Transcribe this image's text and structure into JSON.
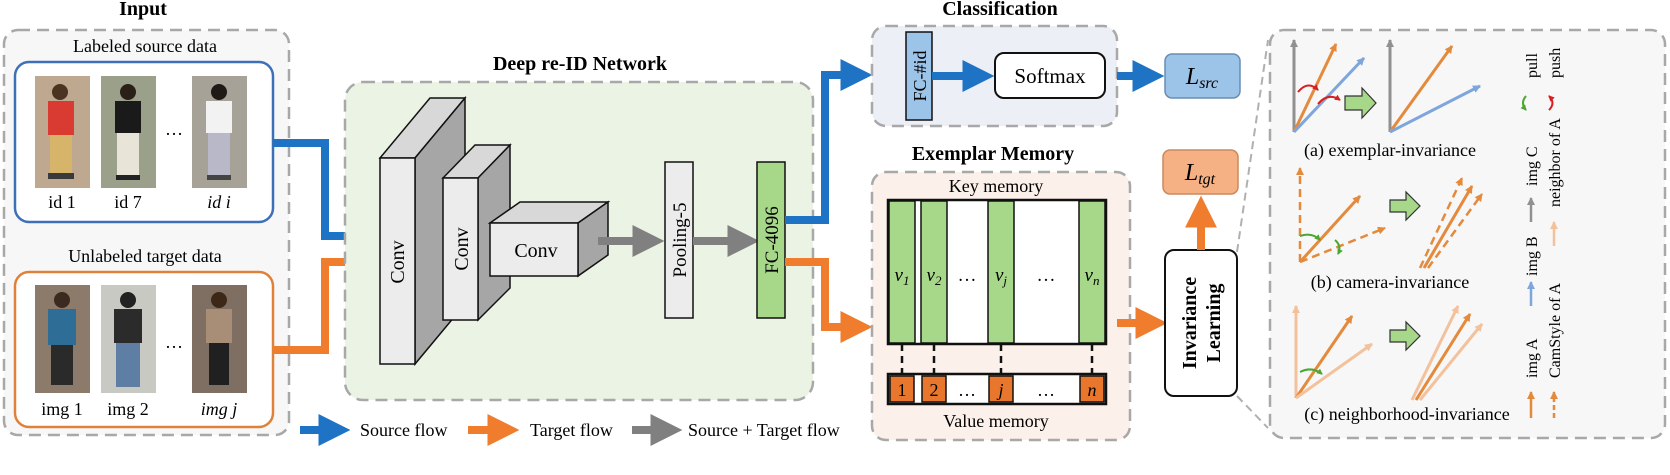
{
  "input": {
    "title": "Input",
    "labeled_title": "Labeled source data",
    "labeled_ids": [
      "id 1",
      "id 7",
      "id i"
    ],
    "unlabeled_title": "Unlabeled target data",
    "unlabeled_ids": [
      "img 1",
      "img 2",
      "img j"
    ],
    "ellipsis": "…"
  },
  "network": {
    "title": "Deep re-ID Network",
    "conv1": "Conv",
    "conv2": "Conv",
    "conv3": "Conv",
    "pool": "Pooling-5",
    "fc": "FC-4096"
  },
  "classification": {
    "title": "Classification",
    "fc_id": "FC-#id",
    "softmax": "Softmax",
    "loss_src": "L",
    "loss_src_sub": "src"
  },
  "memory": {
    "title": "Exemplar Memory",
    "key_title": "Key memory",
    "value_title": "Value memory",
    "key_slots": [
      "v1",
      "v2",
      "…",
      "vj",
      "…",
      "vn"
    ],
    "value_slots": [
      "1",
      "2",
      "…",
      "j",
      "…",
      "n"
    ]
  },
  "invariance": {
    "block_line1": "Invariance",
    "block_line2": "Learning",
    "loss_tgt": "L",
    "loss_tgt_sub": "tgt",
    "panel_a": "(a) exemplar-invariance",
    "panel_b": "(b) camera-invariance",
    "panel_c": "(c) neighborhood-invariance",
    "legend_pull": "pull",
    "legend_push": "push",
    "legend_imgC": "img C",
    "legend_neighbor": "neighbor of A",
    "legend_imgB": "img B",
    "legend_camstyle": "CamStyle of A",
    "legend_imgA": "img A"
  },
  "legend": {
    "source_flow": "Source flow",
    "target_flow": "Target flow",
    "both_flow": "Source + Target flow"
  },
  "colors": {
    "source": "#1f73c4",
    "target": "#ef7d2d",
    "both": "#808080",
    "green_fill": "#a7d88a",
    "loss_src_fill": "#9cc3e8",
    "loss_tgt_fill": "#f5b184",
    "green_arrow": "#4aa832",
    "red_arrow": "#d62020"
  }
}
